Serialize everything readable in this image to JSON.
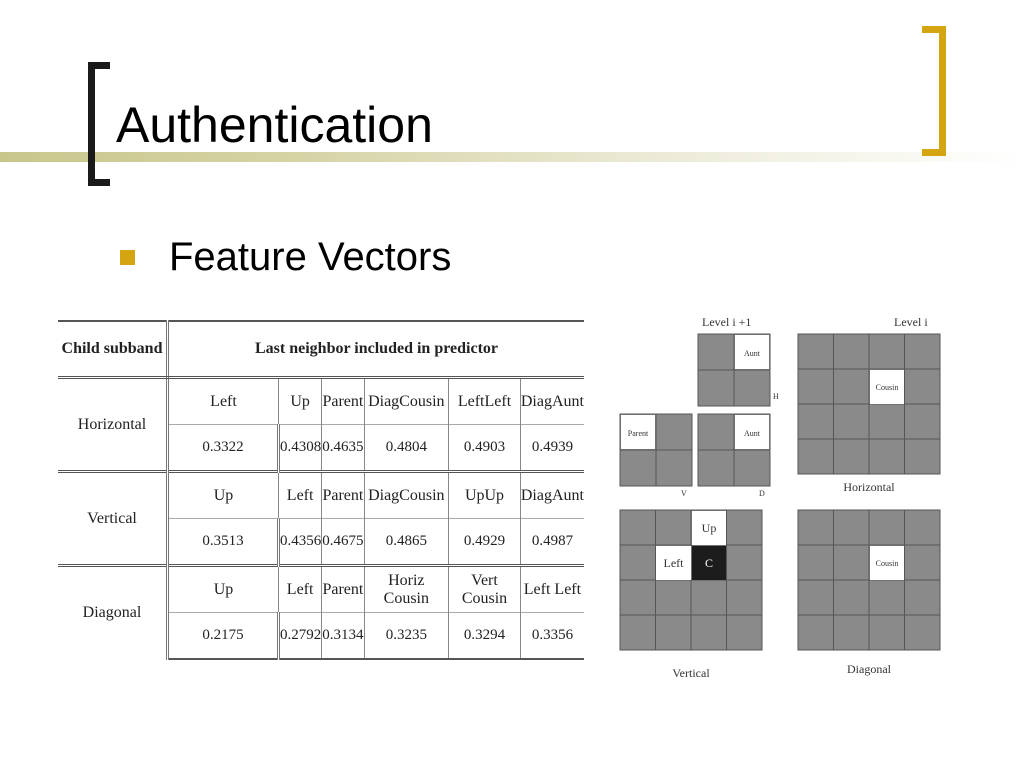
{
  "slide": {
    "title": "Authentication",
    "bullet": "Feature Vectors"
  },
  "colors": {
    "accent": "#d4a411",
    "bracket_dark": "#1a1a1a",
    "cell_gray": "#8a8a8a"
  },
  "table": {
    "col1_header": "Child subband",
    "col2_header": "Last neighbor included in predictor",
    "groups": [
      {
        "subband": "Horizontal",
        "neighbors": [
          "Left",
          "Up",
          "Parent",
          "DiagCousin",
          "LeftLeft",
          "DiagAunt"
        ],
        "values": [
          "0.3322",
          "0.4308",
          "0.4635",
          "0.4804",
          "0.4903",
          "0.4939"
        ]
      },
      {
        "subband": "Vertical",
        "neighbors": [
          "Up",
          "Left",
          "Parent",
          "DiagCousin",
          "UpUp",
          "DiagAunt"
        ],
        "values": [
          "0.3513",
          "0.4356",
          "0.4675",
          "0.4865",
          "0.4929",
          "0.4987"
        ]
      },
      {
        "subband": "Diagonal",
        "neighbors": [
          "Up",
          "Left",
          "Parent",
          "Horiz Cousin",
          "Vert Cousin",
          "Left Left"
        ],
        "values": [
          "0.2175",
          "0.2792",
          "0.3134",
          "0.3235",
          "0.3294",
          "0.3356"
        ]
      }
    ]
  },
  "diagram": {
    "level_next": "Level i +1",
    "level_cur": "Level i",
    "small_h": "H",
    "small_v": "V",
    "small_d": "D",
    "aunt": "Aunt",
    "parent": "Parent",
    "cousin": "Cousin",
    "up": "Up",
    "left": "Left",
    "c": "C",
    "horizontal": "Horizontal",
    "vertical": "Vertical",
    "diagonal": "Diagonal"
  }
}
